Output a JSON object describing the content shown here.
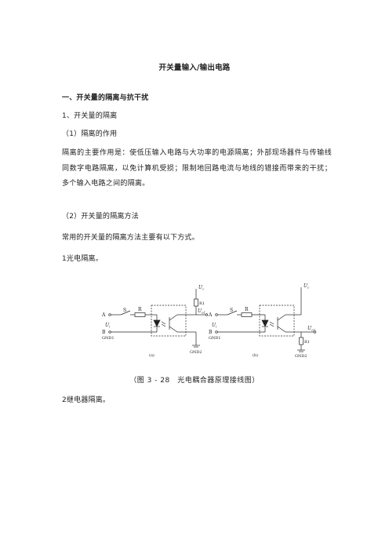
{
  "doc": {
    "title": "开关量输入/输出电路",
    "section1": "一、开关量的隔离与抗干扰",
    "sub1": "1、开关量的隔离",
    "sub1_1": "（1）隔离的作用",
    "para1": "隔离的主要作用是：使低压输入电路与大功率的电源隔离；外部现场器件与传输线同数字电路隔离，以免计算机受损；限制地回路电流与地线的错接而带来的干扰；多个输入电路之间的隔离。",
    "sub1_2": "（2）开关量的隔离方法",
    "para2": "常用的开关量的隔离方法主要有以下方式。",
    "item1": "1光电隔离。",
    "caption": "（图 3 - 28　光电耦合器原理接线图）",
    "item2": "2继电器隔离。"
  },
  "figure": {
    "left": {
      "label_A": "A",
      "label_S": "S",
      "label_R": "R",
      "label_Ui": "U",
      "label_Ui_sub": "i",
      "label_B": "B",
      "label_GND1": "GND1",
      "label_Uc": "U",
      "label_Uc_sub": "c",
      "label_R1": "R1",
      "label_Uo": "U",
      "label_Uo_sub": "o1",
      "label_GND2": "GND2",
      "label_tag": "(a)"
    },
    "right": {
      "label_A": "A",
      "label_S": "S",
      "label_R": "R",
      "label_Ui": "U",
      "label_Ui_sub": "i",
      "label_B": "B",
      "label_GND1": "GND1",
      "label_Uc": "U",
      "label_Uc_sub": "c",
      "label_R1": "R1",
      "label_Uo": "U",
      "label_Uo_sub": "o2",
      "label_GND2": "GND2",
      "label_tag": "(b)"
    }
  }
}
